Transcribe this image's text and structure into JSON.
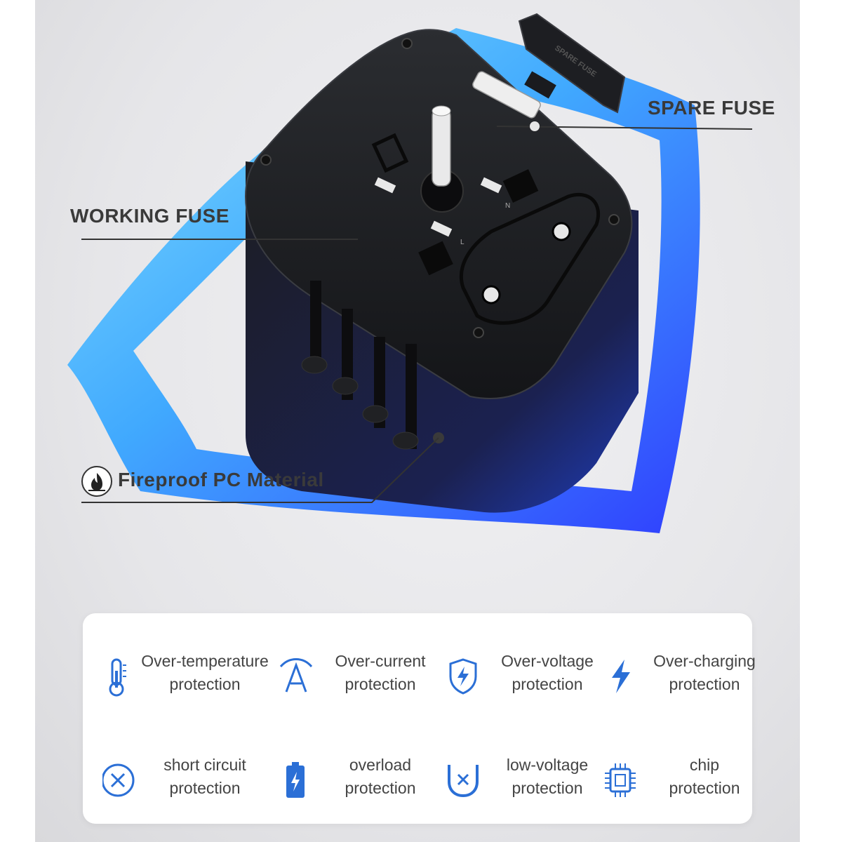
{
  "callouts": {
    "spare_fuse": "SPARE FUSE",
    "working_fuse": "WORKING FUSE",
    "fireproof": "Fireproof PC Material"
  },
  "product_markings": {
    "fuse_cover": "SPARE FUSE",
    "n_label": "N",
    "l_label": "L"
  },
  "colors": {
    "shield_light": "#5cc8f0",
    "shield_dark": "#2a4bff",
    "device_body": "#1e2024",
    "icon_blue": "#2b6fd6",
    "text_gray": "#444444"
  },
  "features": [
    {
      "line1": "Over-temperature",
      "line2": "protection",
      "icon": "thermometer-icon"
    },
    {
      "line1": "Over-current",
      "line2": "protection",
      "icon": "current-icon"
    },
    {
      "line1": "Over-voltage",
      "line2": "protection",
      "icon": "shield-bolt-icon"
    },
    {
      "line1": "Over-charging",
      "line2": "protection",
      "icon": "lightning-icon"
    },
    {
      "line1": "short circuit",
      "line2": "protection",
      "icon": "circle-x-icon"
    },
    {
      "line1": "overload",
      "line2": "protection",
      "icon": "battery-icon"
    },
    {
      "line1": "low-voltage",
      "line2": "protection",
      "icon": "magnet-x-icon"
    },
    {
      "line1": "chip",
      "line2": "protection",
      "icon": "chip-icon"
    }
  ]
}
